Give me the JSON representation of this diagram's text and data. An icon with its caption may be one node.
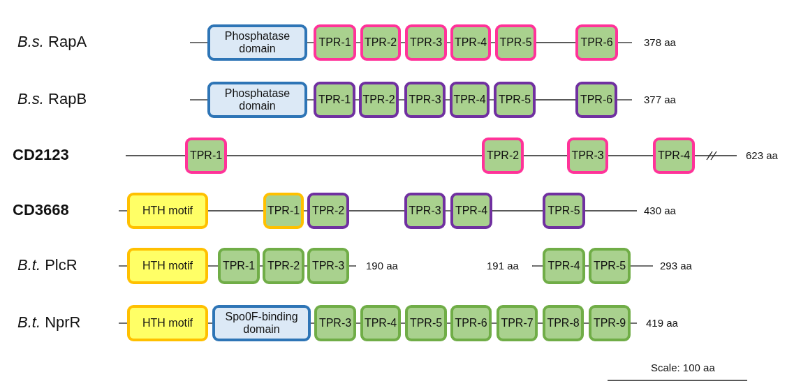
{
  "diagram": {
    "nodes": [
      {
        "text": [
          "Phosphatase domain"
        ]
      },
      {
        "text": [
          "TPR-1"
        ]
      },
      {
        "text": [
          "TPR-2"
        ]
      },
      {
        "text": [
          "TPR-3"
        ]
      },
      {
        "text": [
          "TPR-4"
        ]
      },
      {
        "text": [
          "TPR-5"
        ]
      },
      {
        "text": [
          "TPR-6"
        ]
      },
      {
        "text": [
          "Phosphatase domain"
        ]
      },
      {
        "text": [
          "TPR-1"
        ]
      },
      {
        "text": [
          "TPR-2"
        ]
      },
      {
        "text": [
          "TPR-3"
        ]
      },
      {
        "text": [
          "TPR-4"
        ]
      },
      {
        "text": [
          "TPR-5"
        ]
      },
      {
        "text": [
          "TPR-6"
        ]
      },
      {
        "text": [
          "TPR-1"
        ]
      },
      {
        "text": [
          "TPR-2"
        ]
      },
      {
        "text": [
          "TPR-3"
        ]
      },
      {
        "text": [
          "TPR-4"
        ]
      },
      {
        "text": [
          "HTH motif"
        ]
      },
      {
        "text": [
          "TPR-1"
        ]
      },
      {
        "text": [
          "TPR-2"
        ]
      },
      {
        "text": [
          "TPR-3"
        ]
      },
      {
        "text": [
          "TPR-4"
        ]
      },
      {
        "text": [
          "TPR-5"
        ]
      },
      {
        "text": [
          "HTH motif"
        ]
      },
      {
        "text": [
          "TPR-1"
        ]
      },
      {
        "text": [
          "TPR-2"
        ]
      },
      {
        "text": [
          "TPR-3"
        ]
      },
      {
        "text": [
          "TPR-4"
        ]
      },
      {
        "text": [
          "TPR-5"
        ]
      },
      {
        "text": [
          "HTH motif"
        ]
      },
      {
        "text": [
          "Spo0F-binding domain"
        ]
      },
      {
        "text": [
          "TPR-3"
        ]
      },
      {
        "text": [
          "TPR-4"
        ]
      },
      {
        "text": [
          "TPR-5"
        ]
      },
      {
        "text": [
          "TPR-6"
        ]
      },
      {
        "text": [
          "TPR-7"
        ]
      },
      {
        "text": [
          "TPR-8"
        ]
      },
      {
        "text": [
          "TPR-9"
        ]
      }
    ],
    "edges": [
      {
        "from": null,
        "to": 0,
        "arrow": "none"
      },
      {
        "from": 0,
        "to": 1,
        "arrow": "none"
      },
      {
        "from": 1,
        "to": 2,
        "arrow": "none"
      },
      {
        "from": 2,
        "to": 3,
        "arrow": "none"
      },
      {
        "from": 3,
        "to": 4,
        "arrow": "none"
      },
      {
        "from": 4,
        "to": 5,
        "arrow": "none"
      },
      {
        "from": 5,
        "to": 6,
        "arrow": "none"
      },
      {
        "from": 6,
        "to": null,
        "arrow": "none"
      },
      {
        "from": null,
        "to": 7,
        "arrow": "none"
      },
      {
        "from": 7,
        "to": 8,
        "arrow": "none"
      },
      {
        "from": 8,
        "to": 9,
        "arrow": "none"
      },
      {
        "from": 9,
        "to": 10,
        "arrow": "none"
      },
      {
        "from": 10,
        "to": 11,
        "arrow": "none"
      },
      {
        "from": 11,
        "to": 12,
        "arrow": "none"
      },
      {
        "from": 12,
        "to": 13,
        "arrow": "none"
      },
      {
        "from": 13,
        "to": null,
        "arrow": "none"
      },
      {
        "from": null,
        "to": 14,
        "arrow": "none"
      },
      {
        "from": 14,
        "to": 15,
        "arrow": "none"
      },
      {
        "from": 15,
        "to": 16,
        "arrow": "none"
      },
      {
        "from": 16,
        "to": 17,
        "arrow": "none"
      },
      {
        "from": 17,
        "to": null,
        "arrow": "none"
      },
      {
        "from": null,
        "to": 18,
        "arrow": "none"
      },
      {
        "from": 18,
        "to": 19,
        "arrow": "none"
      },
      {
        "from": 19,
        "to": 20,
        "arrow": "none"
      },
      {
        "from": 20,
        "to": 21,
        "arrow": "none"
      },
      {
        "from": 21,
        "to": 22,
        "arrow": "none"
      },
      {
        "from": 22,
        "to": 23,
        "arrow": "none"
      },
      {
        "from": 23,
        "to": null,
        "arrow": "none"
      },
      {
        "from": null,
        "to": 24,
        "arrow": "none"
      },
      {
        "from": 24,
        "to": 25,
        "arrow": "none"
      },
      {
        "from": 25,
        "to": 26,
        "arrow": "none"
      },
      {
        "from": 26,
        "to": 27,
        "arrow": "none"
      },
      {
        "from": 27,
        "to": null,
        "arrow": "none"
      },
      {
        "from": null,
        "to": 28,
        "arrow": "none"
      },
      {
        "from": 28,
        "to": 29,
        "arrow": "none"
      },
      {
        "from": 29,
        "to": null,
        "arrow": "none"
      },
      {
        "from": null,
        "to": 30,
        "arrow": "none"
      },
      {
        "from": 30,
        "to": 31,
        "arrow": "none"
      },
      {
        "from": 31,
        "to": 32,
        "arrow": "none"
      },
      {
        "from": 32,
        "to": 33,
        "arrow": "none"
      },
      {
        "from": 33,
        "to": 34,
        "arrow": "none"
      },
      {
        "from": 34,
        "to": 35,
        "arrow": "none"
      },
      {
        "from": 35,
        "to": 36,
        "arrow": "none"
      },
      {
        "from": 36,
        "to": 37,
        "arrow": "none"
      },
      {
        "from": 37,
        "to": 38,
        "arrow": "none"
      },
      {
        "from": 38,
        "to": null,
        "arrow": "none"
      }
    ],
    "labels": [
      "*B.s.* RapA",
      "378 aa",
      "*B.s.* RapB",
      "377 aa",
      "CD2123",
      "623 aa",
      "CD3668",
      "430 aa",
      "*B.t.* PlcR",
      "190 aa",
      "191 aa",
      "293 aa",
      "*B.t.* NprR",
      "419 aa",
      "Scale: 100 aa"
    ]
  }
}
